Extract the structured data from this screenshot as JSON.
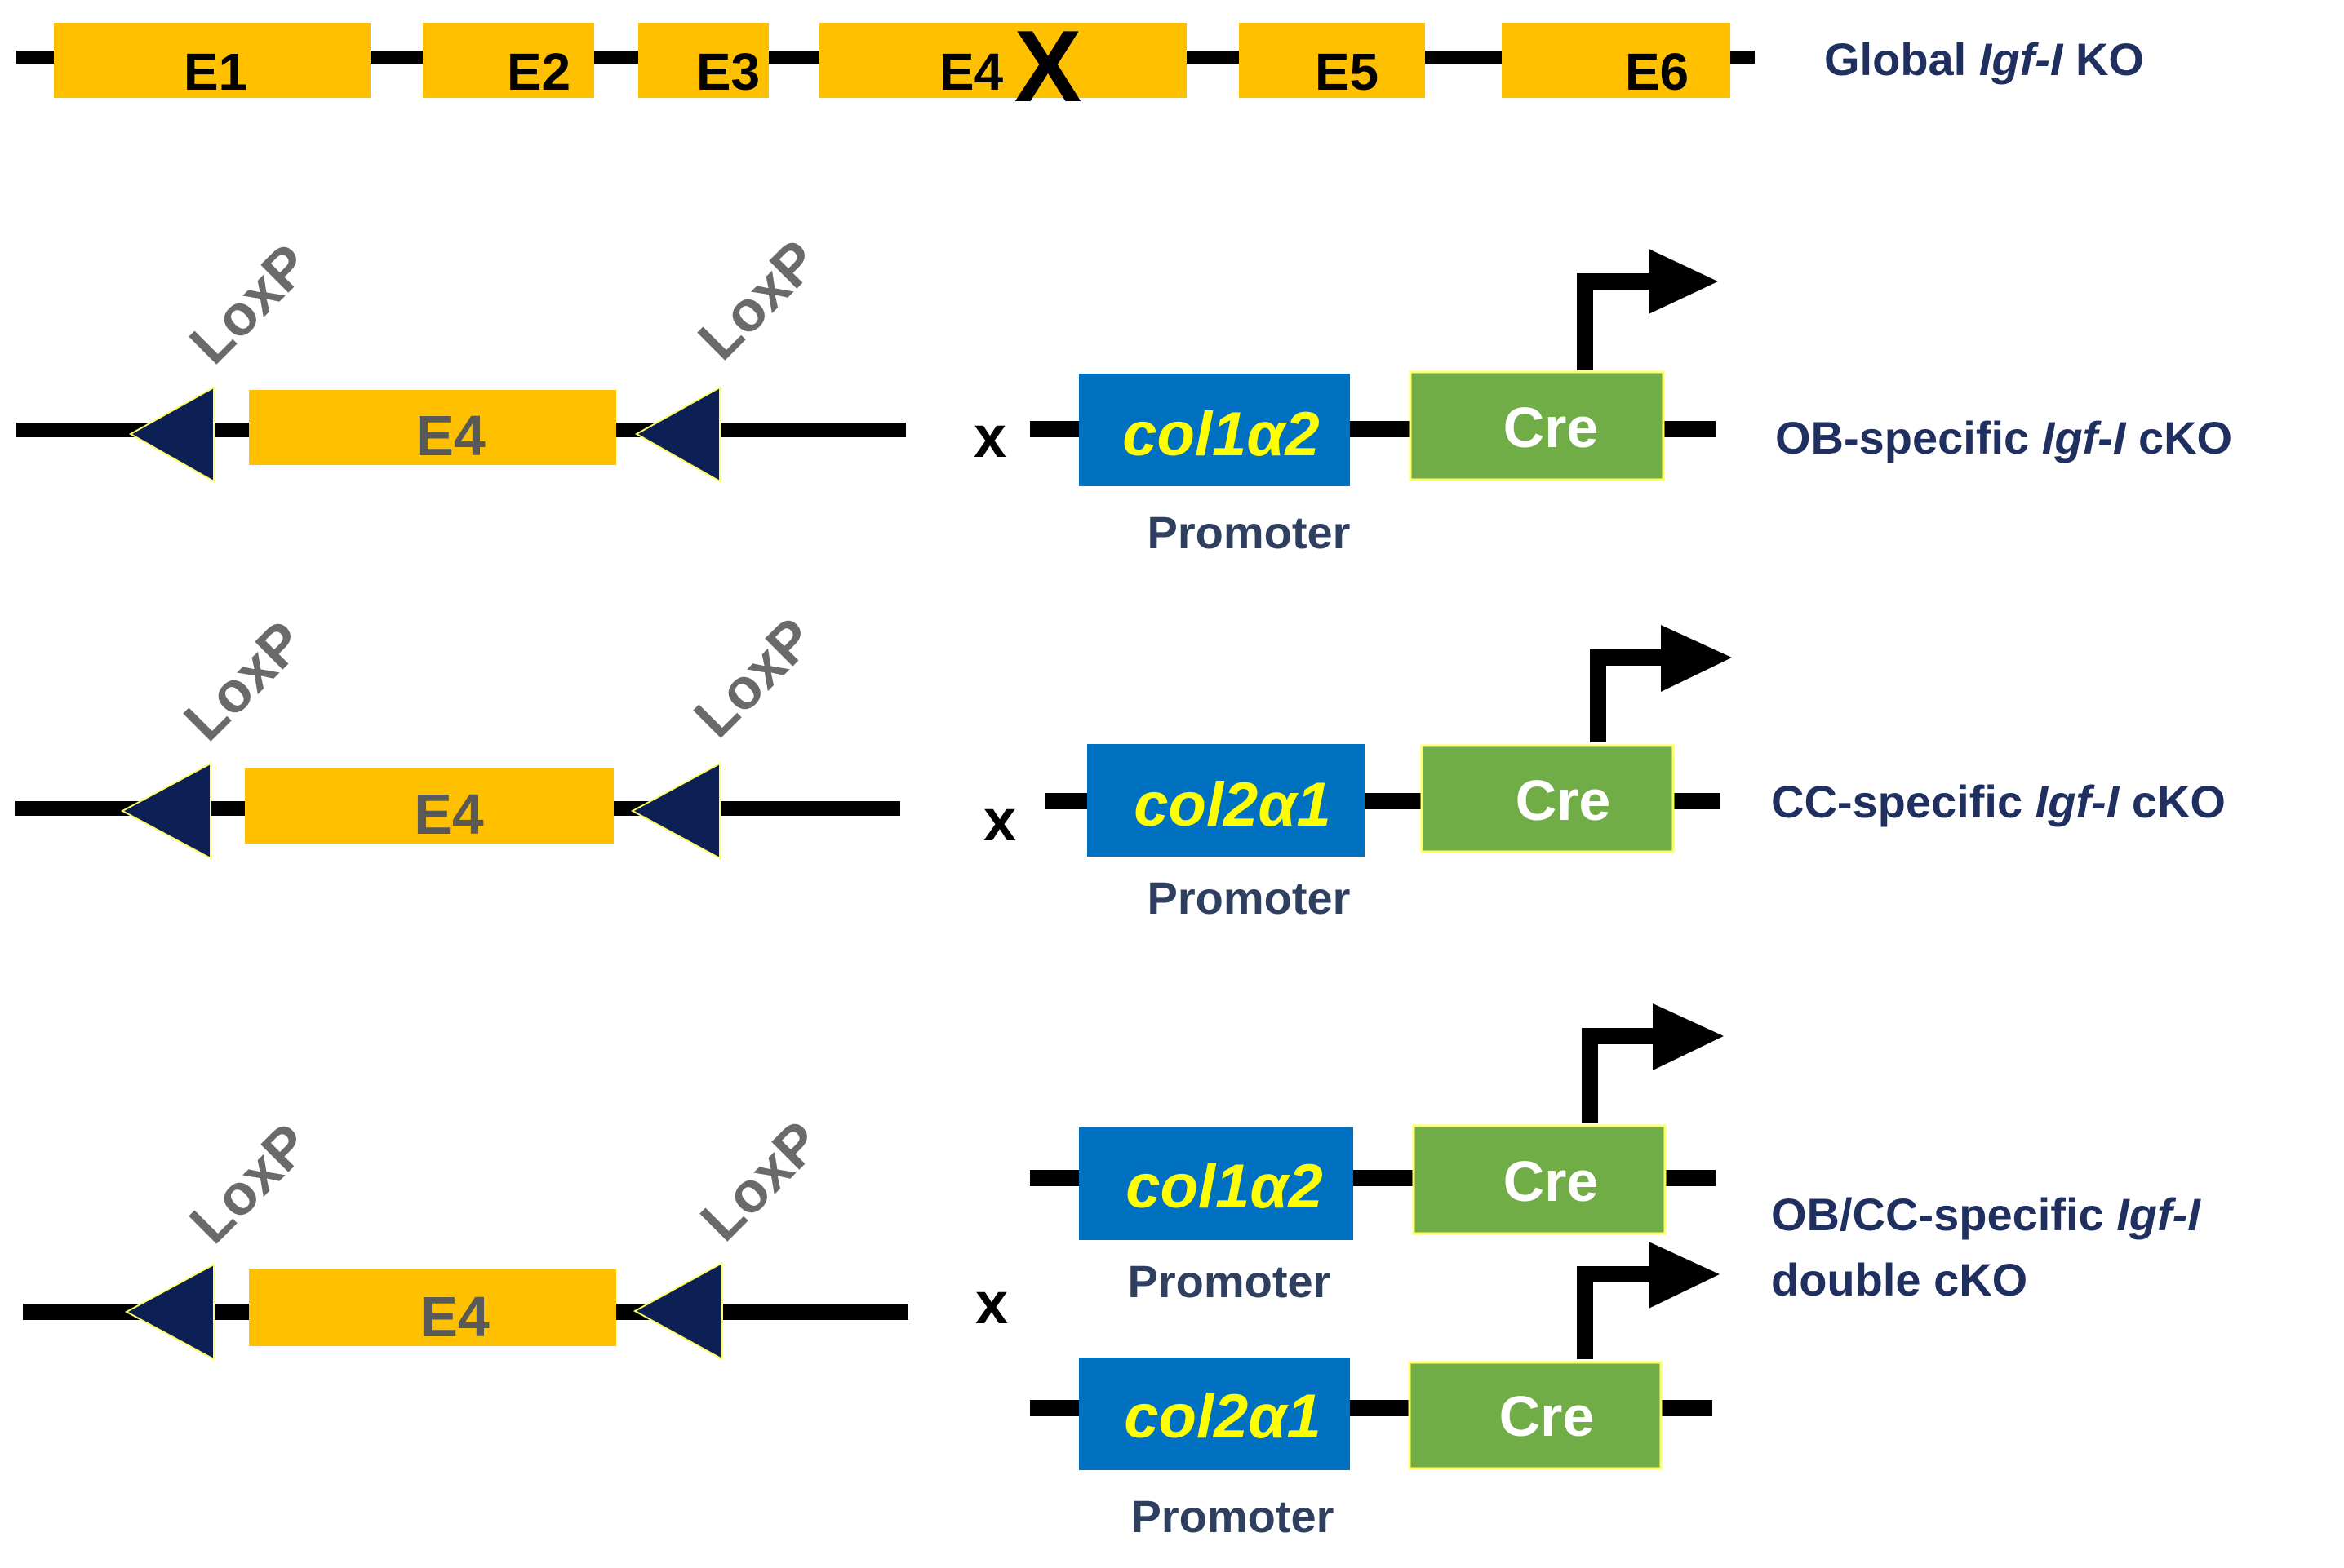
{
  "global_row": {
    "exons": [
      "E1",
      "E2",
      "E3",
      "E4",
      "E5",
      "E6"
    ],
    "deletion_mark": "X",
    "label_pre": "Global ",
    "label_gene": "Igf-I",
    "label_post": " KO"
  },
  "loxp_label": "LoxP",
  "floxed_exon": "E4",
  "cross_symbol": "x",
  "cre_label": "Cre",
  "promoter_label": "Promoter",
  "ob_row": {
    "promoter_gene": "col1α2",
    "label_pre": "OB-specific ",
    "label_gene": "Igf-I",
    "label_post": " cKO"
  },
  "cc_row": {
    "promoter_gene": "col2α1",
    "label_pre": "CC-specific ",
    "label_gene": "Igf-I",
    "label_post": " cKO"
  },
  "double_row": {
    "promoter_gene_1": "col1α2",
    "promoter_gene_2": "col2α1",
    "label_line1_pre": "OB/CC-specific ",
    "label_line1_gene": "Igf-I",
    "label_line2": "double cKO"
  },
  "colors": {
    "exon": "#ffc000",
    "promoter": "#0070c0",
    "cre": "#70ad47",
    "loxp": "#0c2055",
    "gene_text": "#ffff00",
    "label_text": "#1f2f5f"
  }
}
